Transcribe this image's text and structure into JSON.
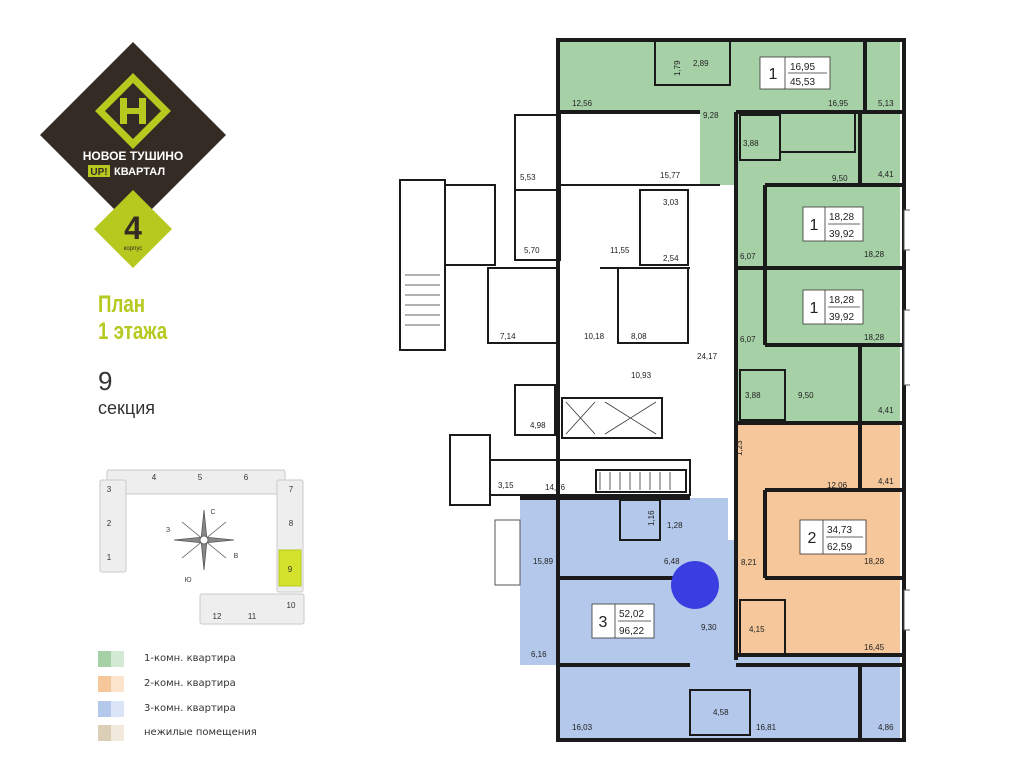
{
  "logo": {
    "line1": "НОВОЕ ТУШИНО",
    "line2_badge": "UP!",
    "line2_text": "КВАРТАЛ",
    "building_number": "4",
    "building_label": "корпус",
    "colors": {
      "dark": "#352b25",
      "accent": "#b5c91e"
    }
  },
  "plan": {
    "title_line1": "План",
    "title_line2": "1 этажа",
    "section_number": "9",
    "section_label": "секция"
  },
  "keymap": {
    "sections": [
      "1",
      "2",
      "3",
      "4",
      "5",
      "6",
      "7",
      "8",
      "9",
      "10",
      "11",
      "12"
    ],
    "highlighted": "9",
    "compass": {
      "north": "С",
      "south": "Ю",
      "east": "В",
      "west": "З"
    }
  },
  "legend": [
    {
      "label": "1-комн. квартира",
      "colors": [
        "#a6d1a7",
        "#d5ead5"
      ]
    },
    {
      "label": "2-комн. квартира",
      "colors": [
        "#f5c79b",
        "#fbe3cc"
      ]
    },
    {
      "label": "3-комн. квартира",
      "colors": [
        "#b4c8ec",
        "#dbe5f7"
      ]
    },
    {
      "label": "нежилые помещения",
      "colors": [
        "#dccfb8",
        "#f0e9dc"
      ]
    }
  ],
  "apartments": [
    {
      "id": "apt-a",
      "rooms": "1",
      "living": "16,95",
      "total": "45,53",
      "type": "1-room"
    },
    {
      "id": "apt-b",
      "rooms": "1",
      "living": "18,28",
      "total": "39,92",
      "type": "1-room"
    },
    {
      "id": "apt-c",
      "rooms": "1",
      "living": "18,28",
      "total": "39,92",
      "type": "1-room"
    },
    {
      "id": "apt-d",
      "rooms": "2",
      "living": "34,73",
      "total": "62,59",
      "type": "2-room"
    },
    {
      "id": "apt-e",
      "rooms": "3",
      "living": "52,02",
      "total": "96,22",
      "type": "3-room"
    }
  ],
  "room_areas": [
    "12,56",
    "1,79",
    "2,89",
    "9,28",
    "16,95",
    "5,13",
    "5,53",
    "15,77",
    "3,88",
    "9,50",
    "4,41",
    "5,70",
    "11,55",
    "3,03",
    "2,54",
    "6,07",
    "18,28",
    "7,14",
    "10,18",
    "8,08",
    "24,17",
    "6,07",
    "18,28",
    "10,93",
    "3,88",
    "9,50",
    "4,41",
    "4,98",
    "1,23",
    "12,06",
    "4,41",
    "3,15",
    "14,76",
    "1,16",
    "1,28",
    "15,89",
    "6,48",
    "8,21",
    "18,28",
    "4,15",
    "9,30",
    "16,45",
    "6,16",
    "4,58",
    "16,81",
    "16,03",
    "4,86"
  ],
  "colors": {
    "green": "#a6d1a7",
    "green_light": "#d5ead5",
    "orange": "#f5c79b",
    "blue": "#b4c8ec",
    "marker": "#3a3ee0",
    "wall": "#1a1a1a"
  }
}
